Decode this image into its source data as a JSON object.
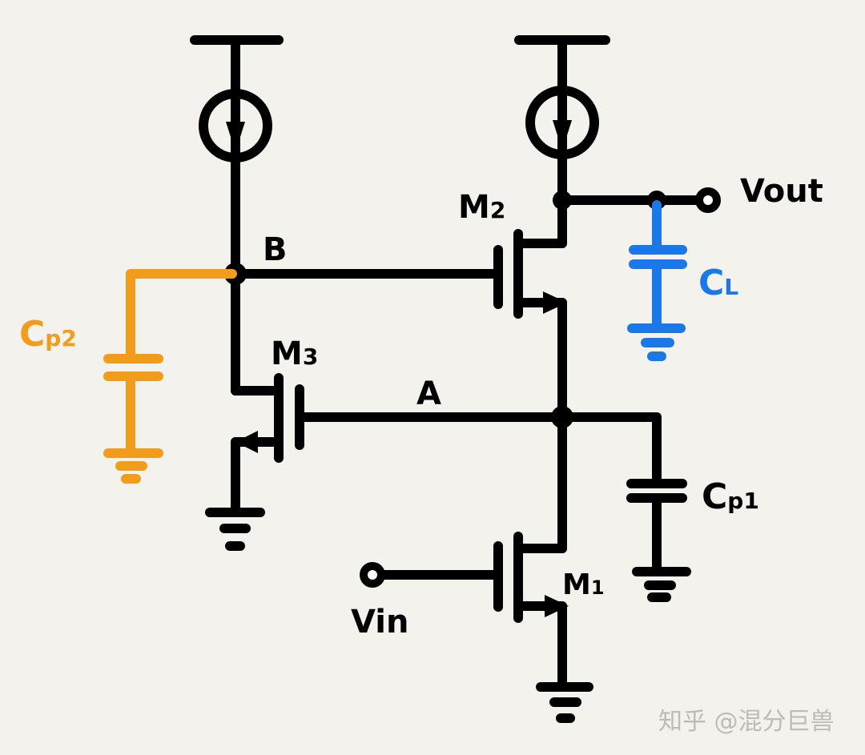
{
  "diagram": {
    "type": "circuit-schematic",
    "description": "Cascode amplifier with gain-boosting transistor M3 and parasitic capacitances",
    "labels": {
      "m1": "M",
      "m1_sub": "1",
      "m2": "M",
      "m2_sub": "2",
      "m3": "M",
      "m3_sub": "3",
      "node_a": "A",
      "node_b": "B",
      "vout": "Vout",
      "vin": "Vin",
      "cl": "C",
      "cl_sub": "L",
      "cp1": "C",
      "cp1_sub": "p1",
      "cp2": "C",
      "cp2_sub": "p2"
    },
    "components": [
      {
        "id": "I1",
        "type": "current-source",
        "node": "B"
      },
      {
        "id": "I2",
        "type": "current-source",
        "node": "Vout"
      },
      {
        "id": "M1",
        "type": "nmos",
        "gate": "Vin",
        "drain": "A",
        "source": "GND"
      },
      {
        "id": "M2",
        "type": "nmos",
        "gate": "B",
        "drain": "Vout",
        "source": "A"
      },
      {
        "id": "M3",
        "type": "nmos",
        "gate": "A",
        "drain": "B",
        "source": "GND"
      },
      {
        "id": "CL",
        "type": "capacitor",
        "from": "Vout",
        "to": "GND"
      },
      {
        "id": "Cp1",
        "type": "capacitor",
        "from": "A",
        "to": "GND"
      },
      {
        "id": "Cp2",
        "type": "capacitor",
        "from": "B",
        "to": "GND"
      }
    ],
    "colors": {
      "wire": "#000000",
      "cp2": "#f29c1c",
      "cl": "#1a78e8",
      "background": "#f4f2ec"
    }
  },
  "watermark": "知乎 @混分巨兽"
}
